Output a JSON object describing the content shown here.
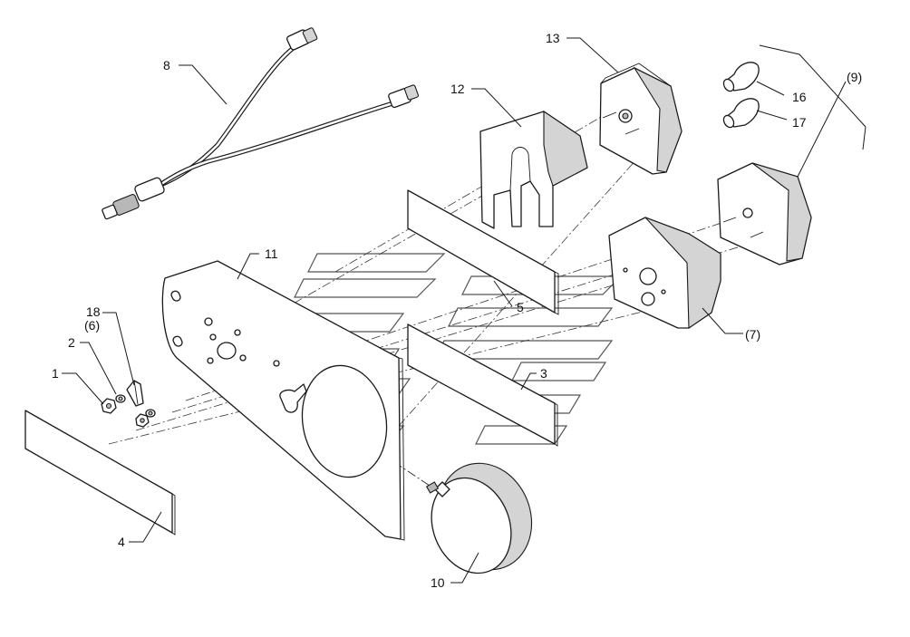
{
  "callouts": {
    "c1": "1",
    "c2": "2",
    "c3": "3",
    "c4": "4",
    "c5": "5",
    "c7": "(7)",
    "c8": "8",
    "c9": "(9)",
    "c10": "10",
    "c11": "11",
    "c12": "12",
    "c13": "13",
    "c16": "16",
    "c17": "17",
    "c18": "18",
    "c6": "(6)"
  }
}
